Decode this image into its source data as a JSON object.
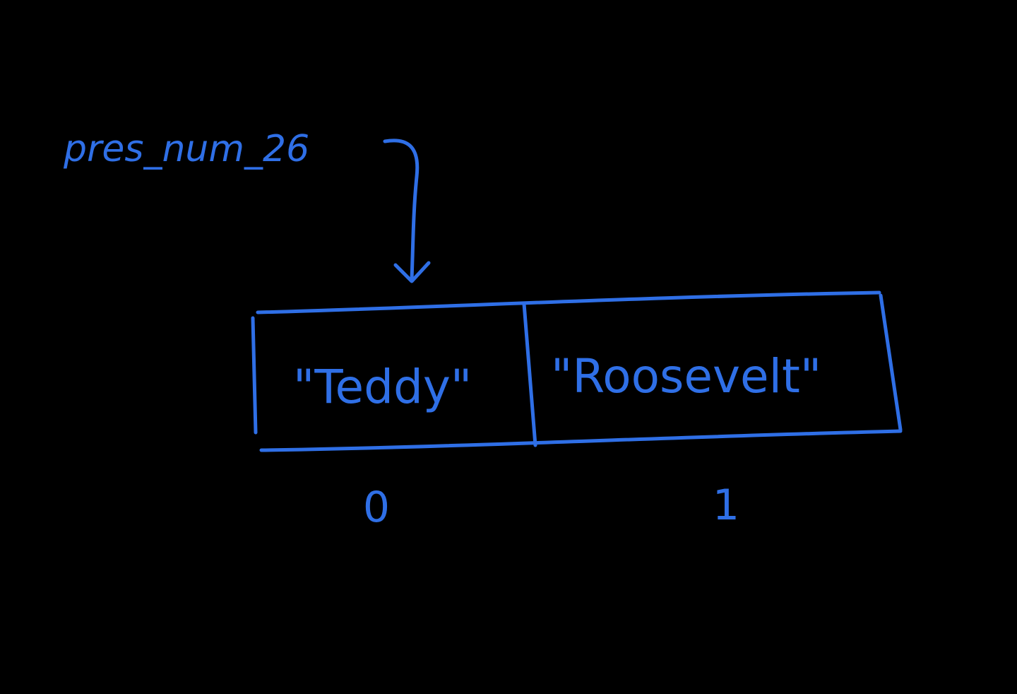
{
  "diagram": {
    "variable_label": "pres_num_26",
    "cells": [
      {
        "value": "\"Teddy\"",
        "index": "0"
      },
      {
        "value": "\"Roosevelt\"",
        "index": "1"
      }
    ],
    "colors": {
      "background": "#000000",
      "ink": "#2f6fe6"
    }
  }
}
